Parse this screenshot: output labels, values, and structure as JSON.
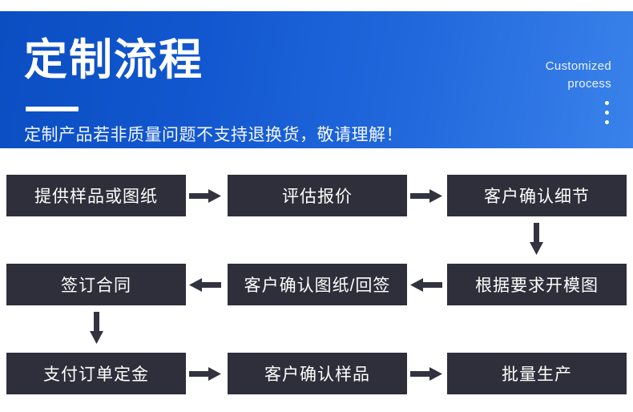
{
  "banner": {
    "title": "定制流程",
    "subtitle": "定制产品若非质量问题不支持退换货，敬请理解！",
    "english_line1": "Customized",
    "english_line2": "process",
    "gradient_start": "#0b4ec2",
    "gradient_end": "#3a82ea",
    "dots_count": 3
  },
  "flow": {
    "node_color": "#2f2f3b",
    "node_text_color": "#ffffff",
    "arrow_color": "#333340",
    "rows": [
      {
        "direction": "right",
        "nodes": [
          "提供样品或图纸",
          "评估报价",
          "客户确认细节"
        ],
        "arrows": [
          "arrow-right",
          "arrow-right"
        ]
      },
      {
        "direction": "left",
        "nodes": [
          "签订合同",
          "客户确认图纸/回签",
          "根据要求开模图"
        ],
        "arrows": [
          "arrow-left",
          "arrow-left"
        ]
      },
      {
        "direction": "right",
        "nodes": [
          "支付订单定金",
          "客户确认样品",
          "批量生产"
        ],
        "arrows": [
          "arrow-right",
          "arrow-right"
        ]
      }
    ],
    "connectors": [
      {
        "name": "arrow-down-right",
        "icon": "arrow-down-icon"
      },
      {
        "name": "arrow-down-left",
        "icon": "arrow-down-icon"
      }
    ]
  }
}
